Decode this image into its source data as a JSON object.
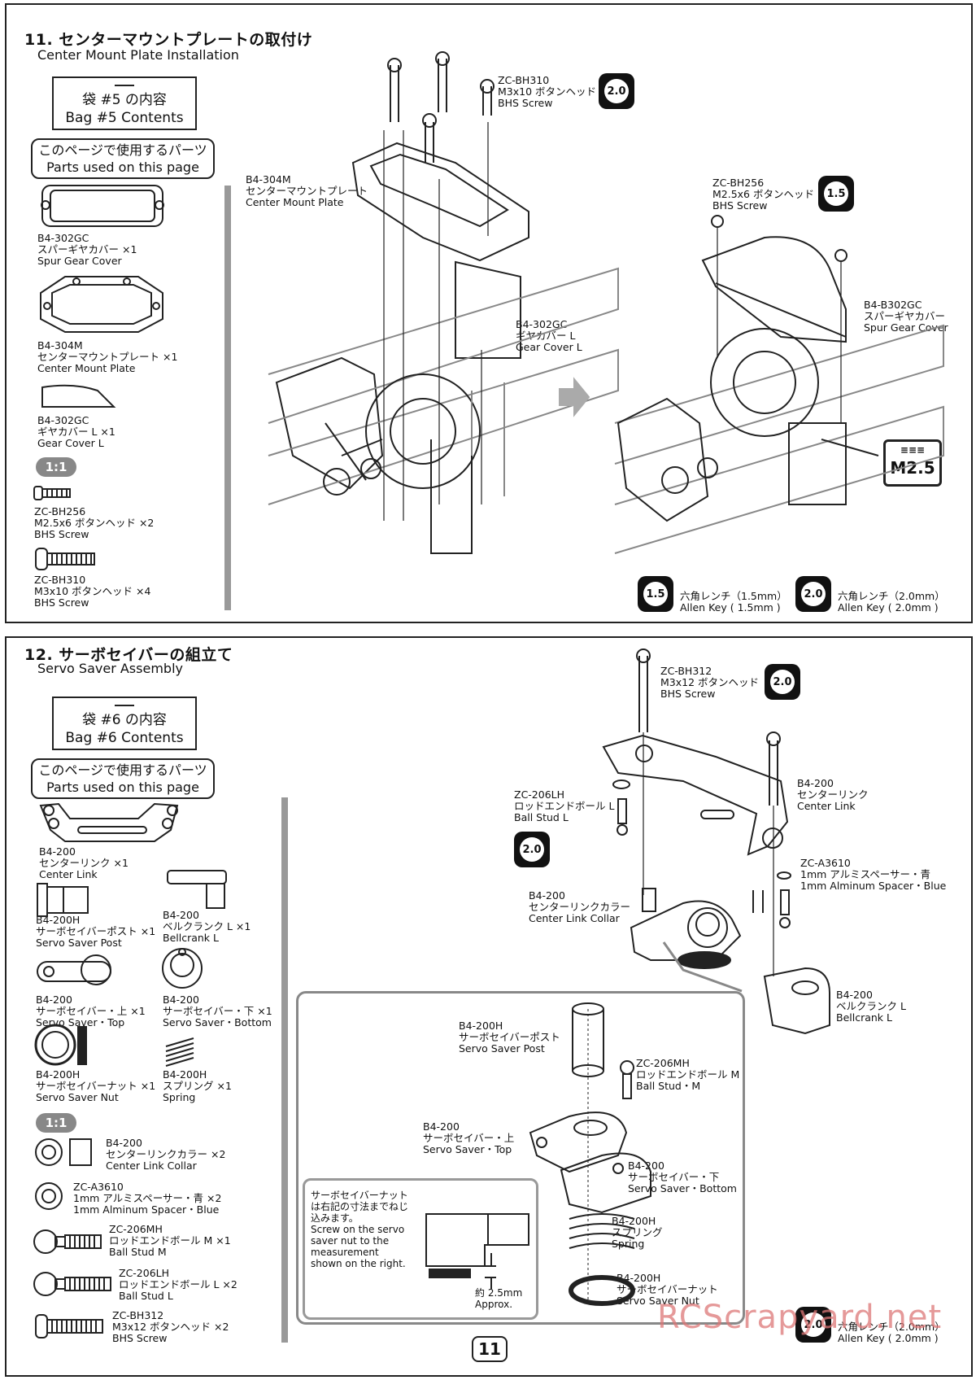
{
  "s11": {
    "title_jp": "11. センターマウントプレートの取付け",
    "title_en": "Center Mount Plate Installation",
    "bag": {
      "dash": "—",
      "jp": "袋 #5 の内容",
      "en": "Bag #5 Contents"
    },
    "parts_box": {
      "jp": "このページで使用するパーツ",
      "en": "Parts used on this page"
    },
    "parts": [
      {
        "code": "B4-302GC",
        "jp": "スパーギヤカバー ×1",
        "en": "Spur Gear Cover"
      },
      {
        "code": "B4-304M",
        "jp": "センターマウントプレート ×1",
        "en": "Center Mount Plate"
      },
      {
        "code": "B4-302GC",
        "jp": "ギヤカバー L ×1",
        "en": "Gear Cover L"
      },
      {
        "code": "ZC-BH256",
        "jp": "M2.5x6 ボタンヘッド ×2",
        "en": "BHS Screw"
      },
      {
        "code": "ZC-BH310",
        "jp": "M3x10 ボタンヘッド ×4",
        "en": "BHS Screw"
      }
    ],
    "ratio": "1:1",
    "callouts": [
      {
        "code": "ZC-BH310",
        "jp": "M3x10 ボタンヘッド",
        "en": "BHS Screw"
      },
      {
        "code": "B4-304M",
        "jp": "センターマウントプレート",
        "en": "Center Mount Plate"
      },
      {
        "code": "B4-302GC",
        "jp": "ギヤカバー L",
        "en": "Gear Cover L"
      },
      {
        "code": "ZC-BH256",
        "jp": "M2.5x6 ボタンヘッド",
        "en": "BHS Screw"
      },
      {
        "code": "B4-B302GC",
        "jp": "スパーギヤカバー",
        "en": "Spur Gear Cover"
      }
    ],
    "badge_20": "2.0",
    "badge_15": "1.5",
    "screw_size": "M2.5",
    "tools": [
      {
        "badge": "1.5",
        "jp": "六角レンチ（1.5mm）",
        "en": "Allen Key ( 1.5mm )"
      },
      {
        "badge": "2.0",
        "jp": "六角レンチ（2.0mm）",
        "en": "Allen Key ( 2.0mm )"
      }
    ]
  },
  "s12": {
    "title_jp": "12. サーボセイバーの組立て",
    "title_en": "Servo Saver Assembly",
    "bag": {
      "dash": "—",
      "jp": "袋 #6 の内容",
      "en": "Bag #6 Contents"
    },
    "parts_box": {
      "jp": "このページで使用するパーツ",
      "en": "Parts used on this page"
    },
    "parts": [
      {
        "code": "B4-200",
        "jp": "センターリンク ×1",
        "en": "Center Link"
      },
      {
        "code": "B4-200H",
        "jp": "サーボセイバーポスト ×1",
        "en": "Servo Saver Post"
      },
      {
        "code": "B4-200",
        "jp": "ベルクランク L ×1",
        "en": "Bellcrank L"
      },
      {
        "code": "B4-200",
        "jp": "サーボセイバー・上 ×1",
        "en": "Servo Saver・Top"
      },
      {
        "code": "B4-200",
        "jp": "サーボセイバー・下 ×1",
        "en": "Servo Saver・Bottom"
      },
      {
        "code": "B4-200H",
        "jp": "サーボセイバーナット ×1",
        "en": "Servo Saver Nut"
      },
      {
        "code": "B4-200H",
        "jp": "スプリング ×1",
        "en": "Spring"
      },
      {
        "code": "B4-200",
        "jp": "センターリンクカラー ×2",
        "en": "Center Link Collar"
      },
      {
        "code": "ZC-A3610",
        "jp": "1mm アルミスペーサー・青 ×2",
        "en": "1mm Alminum Spacer・Blue"
      },
      {
        "code": "ZC-206MH",
        "jp": "ロッドエンドボール M ×1",
        "en": "Ball Stud M"
      },
      {
        "code": "ZC-206LH",
        "jp": "ロッドエンドボール L ×2",
        "en": "Ball Stud L"
      },
      {
        "code": "ZC-BH312",
        "jp": "M3x12 ボタンヘッド ×2",
        "en": "BHS Screw"
      }
    ],
    "ratio": "1:1",
    "callouts": [
      {
        "code": "ZC-BH312",
        "jp": "M3x12 ボタンヘッド",
        "en": "BHS Screw"
      },
      {
        "code": "ZC-206LH",
        "jp": "ロッドエンドボール L",
        "en": "Ball Stud L"
      },
      {
        "code": "B4-200",
        "jp": "センターリンク",
        "en": "Center Link"
      },
      {
        "code": "ZC-A3610",
        "jp": "1mm アルミスペーサー・青",
        "en": "1mm Alminum Spacer・Blue"
      },
      {
        "code": "B4-200",
        "jp": "センターリンクカラー",
        "en": "Center Link Collar"
      },
      {
        "code": "B4-200",
        "jp": "ベルクランク L",
        "en": "Bellcrank L"
      }
    ],
    "detail": [
      {
        "code": "B4-200H",
        "jp": "サーボセイバーポスト",
        "en": "Servo Saver Post"
      },
      {
        "code": "ZC-206MH",
        "jp": "ロッドエンドボール M",
        "en": "Ball Stud・M"
      },
      {
        "code": "B4-200",
        "jp": "サーボセイバー・上",
        "en": "Servo Saver・Top"
      },
      {
        "code": "B4-200",
        "jp": "サーボセイバー・下",
        "en": "Servo Saver・Bottom"
      },
      {
        "code": "B4-200H",
        "jp": "スプリング",
        "en": "Spring"
      },
      {
        "code": "B4-200H",
        "jp": "サーボセイバーナット",
        "en": "Servo Saver Nut"
      }
    ],
    "note": {
      "jp1": "サーボセイバーナット",
      "jp2": "は右記の寸法までねじ",
      "jp3": "込みます。",
      "en1": "Screw on the servo",
      "en2": "saver nut to the",
      "en3": "measurement",
      "en4": "shown on the right.",
      "dim1": "約 2.5mm",
      "dim2": "Approx."
    },
    "badge_20": "2.0",
    "tool": {
      "badge": "2.0",
      "jp": "六角レンチ（2.0mm）",
      "en": "Allen Key ( 2.0mm )"
    }
  },
  "page_number": "11",
  "watermark": "RCScrapyard.net"
}
